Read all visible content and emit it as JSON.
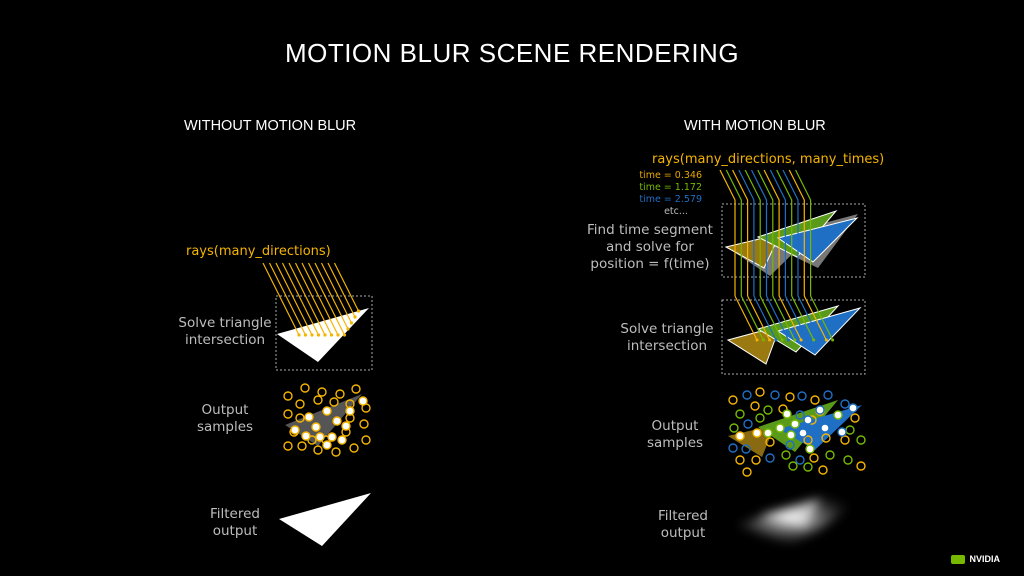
{
  "title": "MOTION BLUR SCENE RENDERING",
  "left": {
    "heading": "WITHOUT MOTION BLUR",
    "ray_label": "rays(many_directions)",
    "steps": [
      {
        "label_line1": "Solve triangle",
        "label_line2": "intersection"
      },
      {
        "label_line1": "Output",
        "label_line2": "samples"
      },
      {
        "label_line1": "Filtered",
        "label_line2": "output"
      }
    ]
  },
  "right": {
    "heading": "WITH MOTION BLUR",
    "ray_label": "rays(many_directions, many_times)",
    "times": [
      {
        "text": "time = 0.346",
        "color": "#e8a800"
      },
      {
        "text": "time = 1.172",
        "color": "#76b900"
      },
      {
        "text": "time = 2.579",
        "color": "#1f6fc4"
      },
      {
        "text": "etc...",
        "color": "#bdbdbd"
      }
    ],
    "steps": [
      {
        "label_line1": "Find time segment",
        "label_line2": "and solve for",
        "label_line3": "position = f(time)"
      },
      {
        "label_line1": "Solve triangle",
        "label_line2": "intersection"
      },
      {
        "label_line1": "Output",
        "label_line2": "samples"
      },
      {
        "label_line1": "Filtered",
        "label_line2": "output"
      }
    ]
  },
  "colors": {
    "orange": "#f5b400",
    "green": "#76b900",
    "blue": "#1f6fc4",
    "brown": "#9a7a10"
  },
  "logo": {
    "text": "NVIDIA"
  }
}
